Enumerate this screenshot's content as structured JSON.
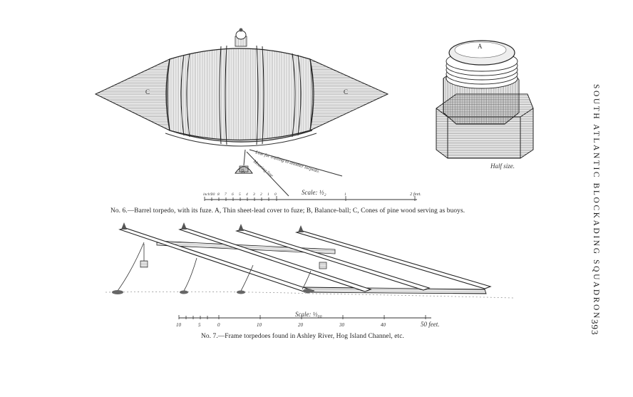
{
  "figure6": {
    "caption": "No. 6.—Barrel torpedo, with its fuze.  A, Thin sheet-lead cover to fuze;  B, Balance-ball;  C, Cones of pine wood serving as buoys.",
    "cone_label_left": "C",
    "cone_label_right": "C",
    "ball_label": "B",
    "line_label_1": "Line for trailing to another torpedo.",
    "line_label_2": "Mooring line",
    "scale_label": "Scale: ½₂",
    "scale_ticks": [
      "inch 10",
      "9",
      "8",
      "7",
      "6",
      "5",
      "4",
      "3",
      "2",
      "1",
      "0",
      "1",
      "2 feet."
    ]
  },
  "fuze": {
    "label_a": "A",
    "half_size_label": "Half size."
  },
  "figure7": {
    "caption": "No. 7.—Frame torpedoes found in Ashley River, Hog Island Channel, etc.",
    "scale_label": "Scale: ½₀₀",
    "scale_ticks": [
      "10",
      "5",
      "0",
      "10",
      "20",
      "30",
      "40",
      "50 feet."
    ]
  },
  "running_head": "SOUTH ATLANTIC BLOCKADING SQUADRON.",
  "page_number": "393"
}
